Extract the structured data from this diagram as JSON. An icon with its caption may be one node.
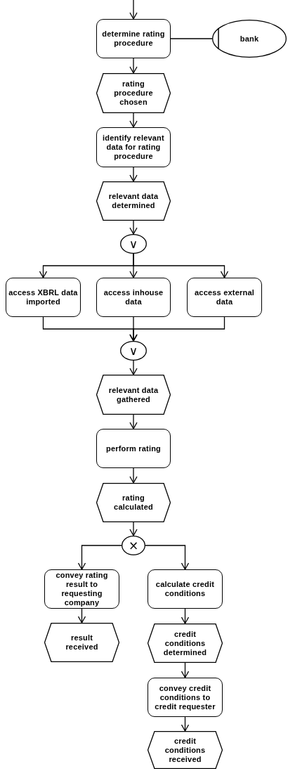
{
  "diagram": {
    "nodes": [
      {
        "text": [
          "determine rating procedure"
        ]
      },
      {
        "text": [
          "bank"
        ]
      },
      {
        "text": [
          "rating procedure chosen"
        ]
      },
      {
        "text": [
          "identify relevant data for rating procedure"
        ]
      },
      {
        "text": [
          "relevant data determined"
        ]
      },
      {
        "text": [
          "∨"
        ]
      },
      {
        "text": [
          "access XBRL data imported"
        ]
      },
      {
        "text": [
          "access inhouse data"
        ]
      },
      {
        "text": [
          "access external data"
        ]
      },
      {
        "text": [
          "∨"
        ]
      },
      {
        "text": [
          "relevant data gathered"
        ]
      },
      {
        "text": [
          "perform rating"
        ]
      },
      {
        "text": [
          "rating calculated"
        ]
      },
      {
        "text": [
          "×"
        ]
      },
      {
        "text": [
          "convey rating result to requesting company"
        ]
      },
      {
        "text": [
          "result received"
        ]
      },
      {
        "text": [
          "calculate credit conditions"
        ]
      },
      {
        "text": [
          "credit conditions determined"
        ]
      },
      {
        "text": [
          "convey credit conditions to credit requester"
        ]
      },
      {
        "text": [
          "credit conditions received"
        ]
      }
    ],
    "edges": [
      {
        "from": null,
        "to": 0,
        "arrow": "to"
      },
      {
        "from": 0,
        "to": 1,
        "arrow": "none"
      },
      {
        "from": 0,
        "to": 2,
        "arrow": "to"
      },
      {
        "from": 2,
        "to": 3,
        "arrow": "to"
      },
      {
        "from": 3,
        "to": 4,
        "arrow": "to"
      },
      {
        "from": 4,
        "to": 5,
        "arrow": "to"
      },
      {
        "from": 5,
        "to": 6,
        "arrow": "to"
      },
      {
        "from": 5,
        "to": 7,
        "arrow": "to"
      },
      {
        "from": 5,
        "to": 8,
        "arrow": "to"
      },
      {
        "from": 6,
        "to": 9,
        "arrow": "to"
      },
      {
        "from": 7,
        "to": 9,
        "arrow": "to"
      },
      {
        "from": 8,
        "to": 9,
        "arrow": "to"
      },
      {
        "from": 9,
        "to": 10,
        "arrow": "to"
      },
      {
        "from": 10,
        "to": 11,
        "arrow": "to"
      },
      {
        "from": 11,
        "to": 12,
        "arrow": "to"
      },
      {
        "from": 12,
        "to": 13,
        "arrow": "to"
      },
      {
        "from": 13,
        "to": 14,
        "arrow": "to"
      },
      {
        "from": 13,
        "to": 16,
        "arrow": "to"
      },
      {
        "from": 14,
        "to": 15,
        "arrow": "to"
      },
      {
        "from": 16,
        "to": 17,
        "arrow": "to"
      },
      {
        "from": 17,
        "to": 18,
        "arrow": "to"
      },
      {
        "from": 18,
        "to": 19,
        "arrow": "to"
      }
    ]
  }
}
